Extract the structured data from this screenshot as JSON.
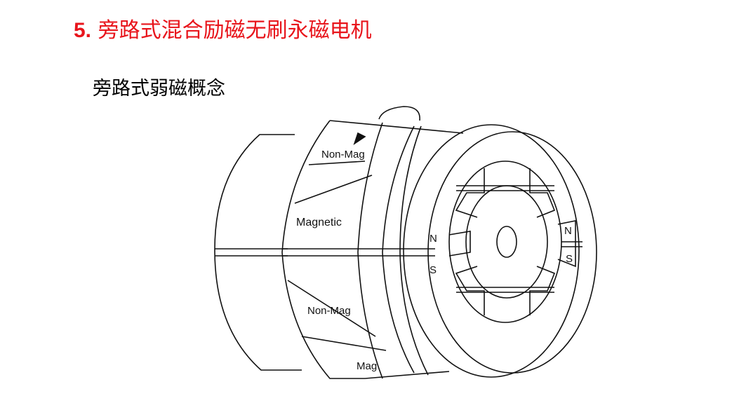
{
  "slide": {
    "number": "5.",
    "title": "旁路式混合励磁无刷永磁电机",
    "subtitle": "旁路式弱磁概念"
  },
  "diagram": {
    "labels": {
      "non_mag_top": "Non-Mag",
      "magnetic": "Magnetic",
      "non_mag_bottom": "Non-Mag",
      "mag": "Mag",
      "n_left": "N",
      "s_left": "S",
      "n_right": "N",
      "s_right": "S"
    }
  },
  "colors": {
    "title": "#e8141b"
  }
}
